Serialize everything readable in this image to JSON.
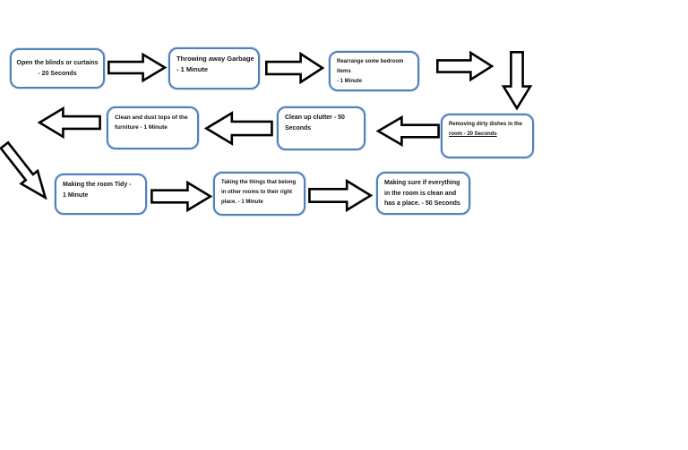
{
  "diagram": {
    "title": "Room cleaning steps flowchart",
    "colors": {
      "box_border": "#4f81bd",
      "box_fill": "#ffffff",
      "arrow_outline": "#000000",
      "arrow_fill": "#ffffff",
      "text": "#141414",
      "background": "#ffffff"
    }
  },
  "flowchart": {
    "steps": [
      {
        "lines": [
          "Open the blinds or curtains",
          "- 20 Seconds"
        ]
      },
      {
        "lines": [
          "Throwing away Garbage",
          "- 1 Minute"
        ]
      },
      {
        "lines": [
          "Rearrange some bedroom",
          "items",
          "- 1 Minute"
        ]
      },
      {
        "lines": [
          "Removing dirty dishes in the",
          "room  - 20 Seconds"
        ]
      },
      {
        "lines": [
          "Clean up clutter - 50",
          "Seconds"
        ]
      },
      {
        "lines": [
          "Clean and dust tops of the",
          "furniture - 1 Minute"
        ]
      },
      {
        "lines": [
          "Making the room Tidy -",
          "1 Minute"
        ]
      },
      {
        "lines": [
          "Taking the things that belong",
          "in other rooms to their right",
          "place. - 1 Minute"
        ]
      },
      {
        "lines": [
          "Making sure if everything",
          "in the room is clean and",
          "has a place. - 50 Seconds"
        ]
      }
    ],
    "connectors": [
      {
        "direction": "right",
        "from": "step-1",
        "to": "step-2"
      },
      {
        "direction": "right",
        "from": "step-2",
        "to": "step-3"
      },
      {
        "direction": "right",
        "from": "step-3",
        "to": "corner-1"
      },
      {
        "direction": "down",
        "from": "corner-1",
        "to": "step-4"
      },
      {
        "direction": "left",
        "from": "step-4",
        "to": "step-5"
      },
      {
        "direction": "left",
        "from": "step-5",
        "to": "step-6"
      },
      {
        "direction": "left",
        "from": "step-6",
        "to": "corner-2"
      },
      {
        "direction": "down-right",
        "from": "corner-2",
        "to": "step-7"
      },
      {
        "direction": "right",
        "from": "step-7",
        "to": "step-8"
      },
      {
        "direction": "right",
        "from": "step-8",
        "to": "step-9"
      }
    ]
  }
}
